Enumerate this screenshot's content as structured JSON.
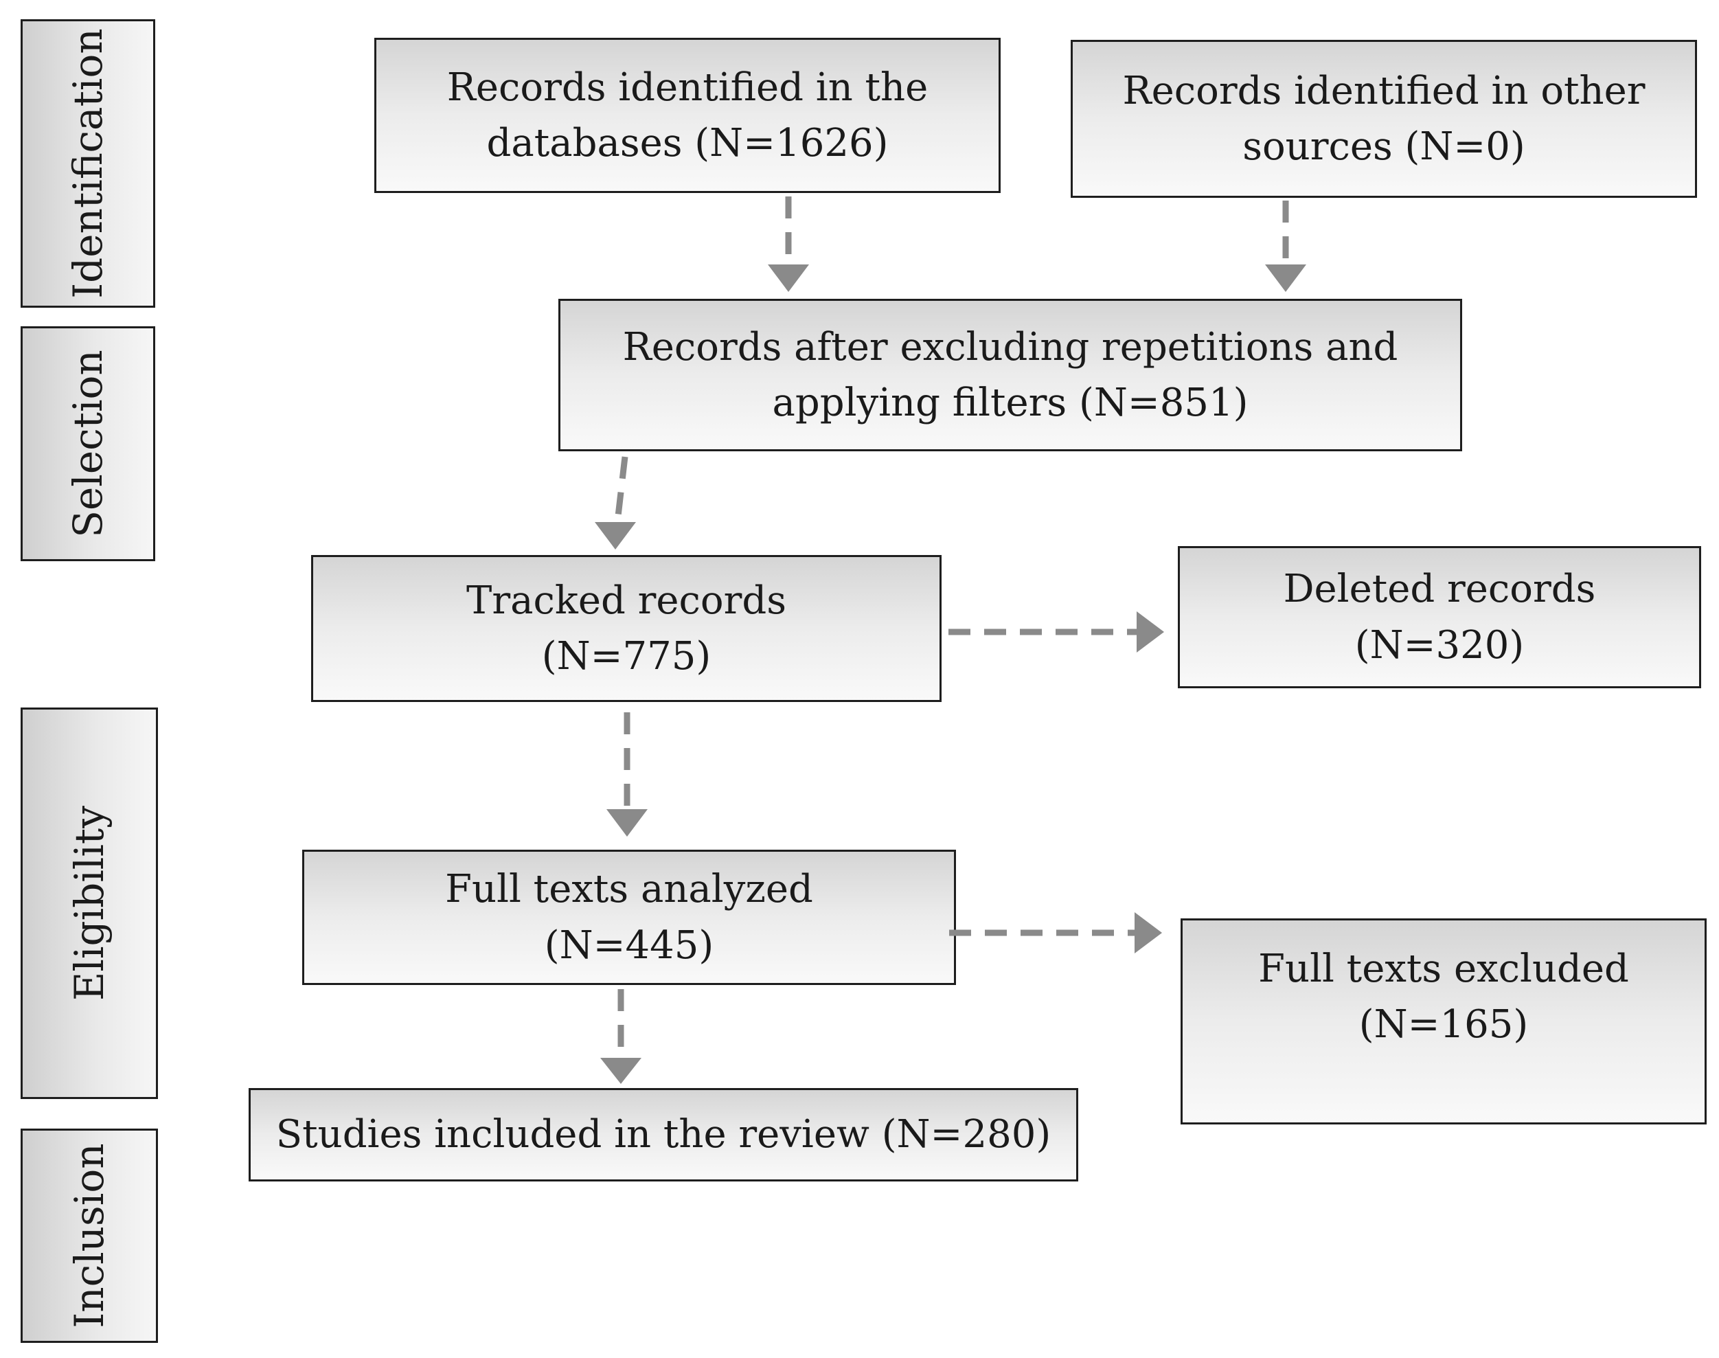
{
  "stages": [
    {
      "id": "identification",
      "label": "Identification"
    },
    {
      "id": "selection",
      "label": "Selection"
    },
    {
      "id": "eligibility",
      "label": "Eligibility"
    },
    {
      "id": "inclusion",
      "label": "Inclusion"
    }
  ],
  "boxes": {
    "databases": "Records identified in the\ndatabases  (N=1626)",
    "other_sources": "Records identified in other\nsources (N=0)",
    "after_filters": "Records after excluding repetitions and\napplying filters (N=851)",
    "tracked": "Tracked records\n(N=775)",
    "deleted": "Deleted records\n(N=320)",
    "full_texts": "Full texts analyzed\n(N=445)",
    "full_excluded": "Full texts excluded\n(N=165)",
    "included": "Studies included in the review (N=280)"
  },
  "style": {
    "arrow_color": "#8a8a8a",
    "border_color": "#1e1e1e"
  }
}
